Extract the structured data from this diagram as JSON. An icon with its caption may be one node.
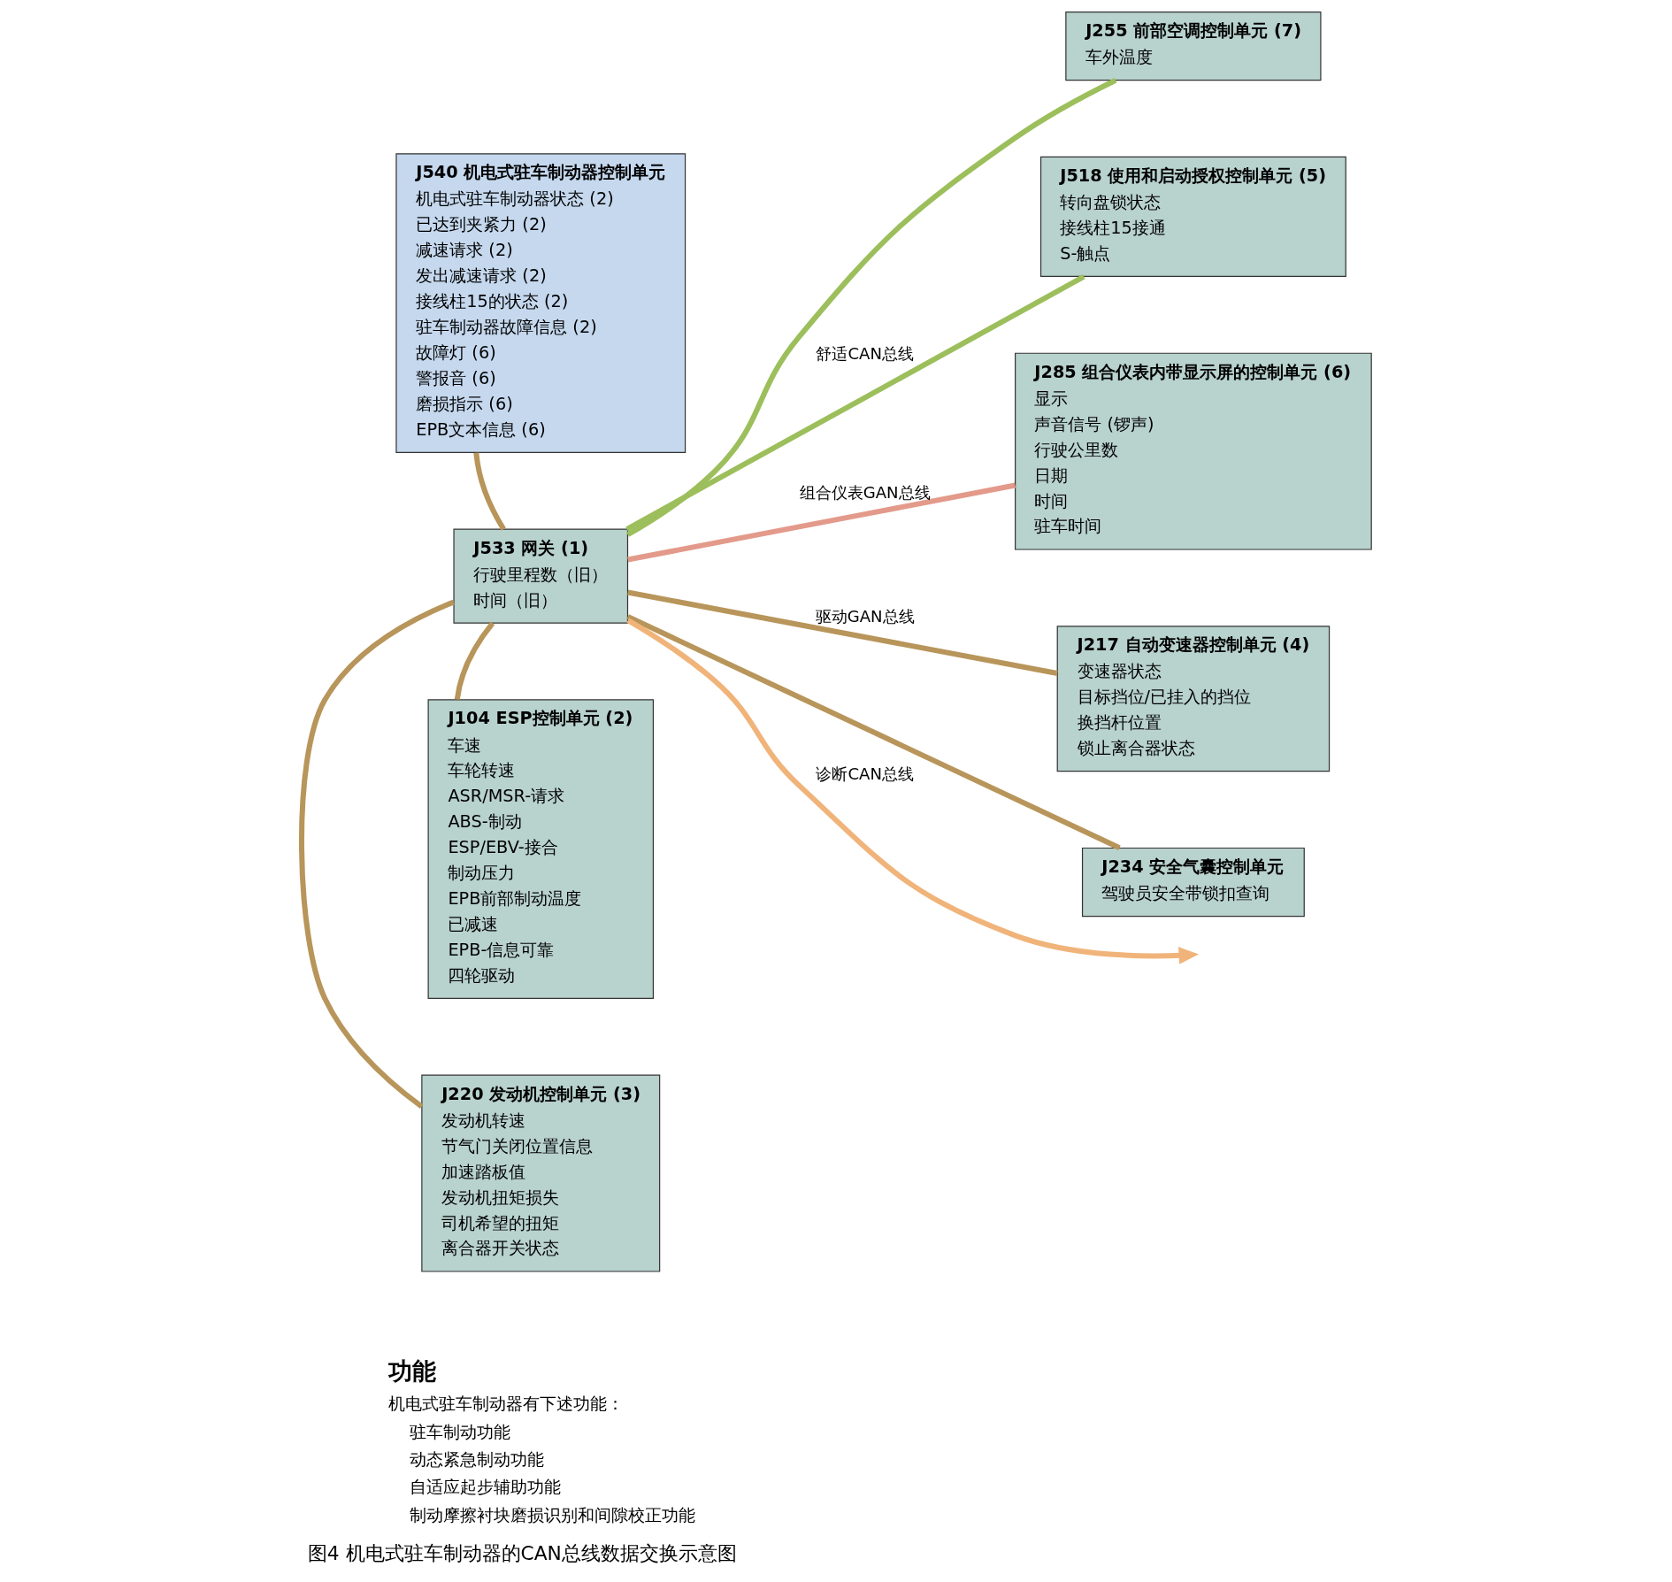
{
  "diagram": {
    "caption": "图4 机电式驻车制动器的CAN总线数据交换示意图",
    "nodes": [
      {
        "text": [
          "J540 机电式驻车制动器控制单元",
          "机电式驻车制动器状态 (2)",
          "已达到夹紧力 (2)",
          "减速请求 (2)",
          "发出减速请求 (2)",
          "接线柱15的状态 (2)",
          "驻车制动器故障信息 (2)",
          "故障灯 (6)",
          "警报音 (6)",
          "磨损指示 (6)",
          "EPB文本信息 (6)"
        ]
      },
      {
        "text": [
          "J255 前部空调控制单元 (7)",
          "车外温度"
        ]
      },
      {
        "text": [
          "J518 使用和启动授权控制单元 (5)",
          "转向盘锁状态",
          "接线柱15接通",
          "S-触点"
        ]
      },
      {
        "text": [
          "J533 网关 (1)",
          "行驶里程数（旧）",
          "时间（旧）"
        ]
      },
      {
        "text": [
          "J285 组合仪表内带显示屏的控制单元 (6)",
          "显示",
          "声音信号 (锣声)",
          "行驶公里数",
          "日期",
          "时间",
          "驻车时间"
        ]
      },
      {
        "text": [
          "J104 ESP控制单元 (2)",
          "车速",
          "车轮转速",
          "ASR/MSR-请求",
          "ABS-制动",
          "ESP/EBV-接合",
          "制动压力",
          "EPB前部制动温度",
          "已减速",
          "EPB-信息可靠",
          "四轮驱动"
        ]
      },
      {
        "text": [
          "J217 自动变速器控制单元 (4)",
          "变速器状态",
          "目标挡位/已挂入的挡位",
          "换挡杆位置",
          "锁止离合器状态"
        ]
      },
      {
        "text": [
          "J220 发动机控制单元 (3)",
          "发动机转速",
          "节气门关闭位置信息",
          "加速踏板值",
          "发动机扭矩损失",
          "司机希望的扭矩",
          "离合器开关状态"
        ]
      },
      {
        "text": [
          "J234 安全气囊控制单元",
          "驾驶员安全带锁扣查询"
        ]
      }
    ],
    "edges": [
      {
        "from": 3,
        "to": null,
        "arrow": "to",
        "label": "诊断CAN总线",
        "color": "#f0b47a"
      },
      {
        "from": 3,
        "to": 1,
        "arrow": "none",
        "color": "#9cbf5c"
      },
      {
        "from": 3,
        "to": 2,
        "arrow": "none",
        "label": "舒适CAN总线",
        "color": "#9cbf5c"
      },
      {
        "from": 3,
        "to": 4,
        "arrow": "none",
        "label": "组合仪表GAN总线",
        "color": "#e39a8a"
      },
      {
        "from": 3,
        "to": 0,
        "arrow": "none"
      },
      {
        "from": 3,
        "to": 5,
        "arrow": "none"
      },
      {
        "from": 3,
        "to": 6,
        "arrow": "none",
        "label": "驱动GAN总线"
      },
      {
        "from": 3,
        "to": 7,
        "arrow": "none"
      },
      {
        "from": 3,
        "to": 8,
        "arrow": "none"
      }
    ],
    "labels": [
      "功能",
      "机电式驻车制动器有下述功能：",
      "驻车制动功能",
      "动态紧急制动功能",
      "自适应起步辅助功能",
      "制动摩擦衬块磨损识别和间隙校正功能"
    ]
  }
}
